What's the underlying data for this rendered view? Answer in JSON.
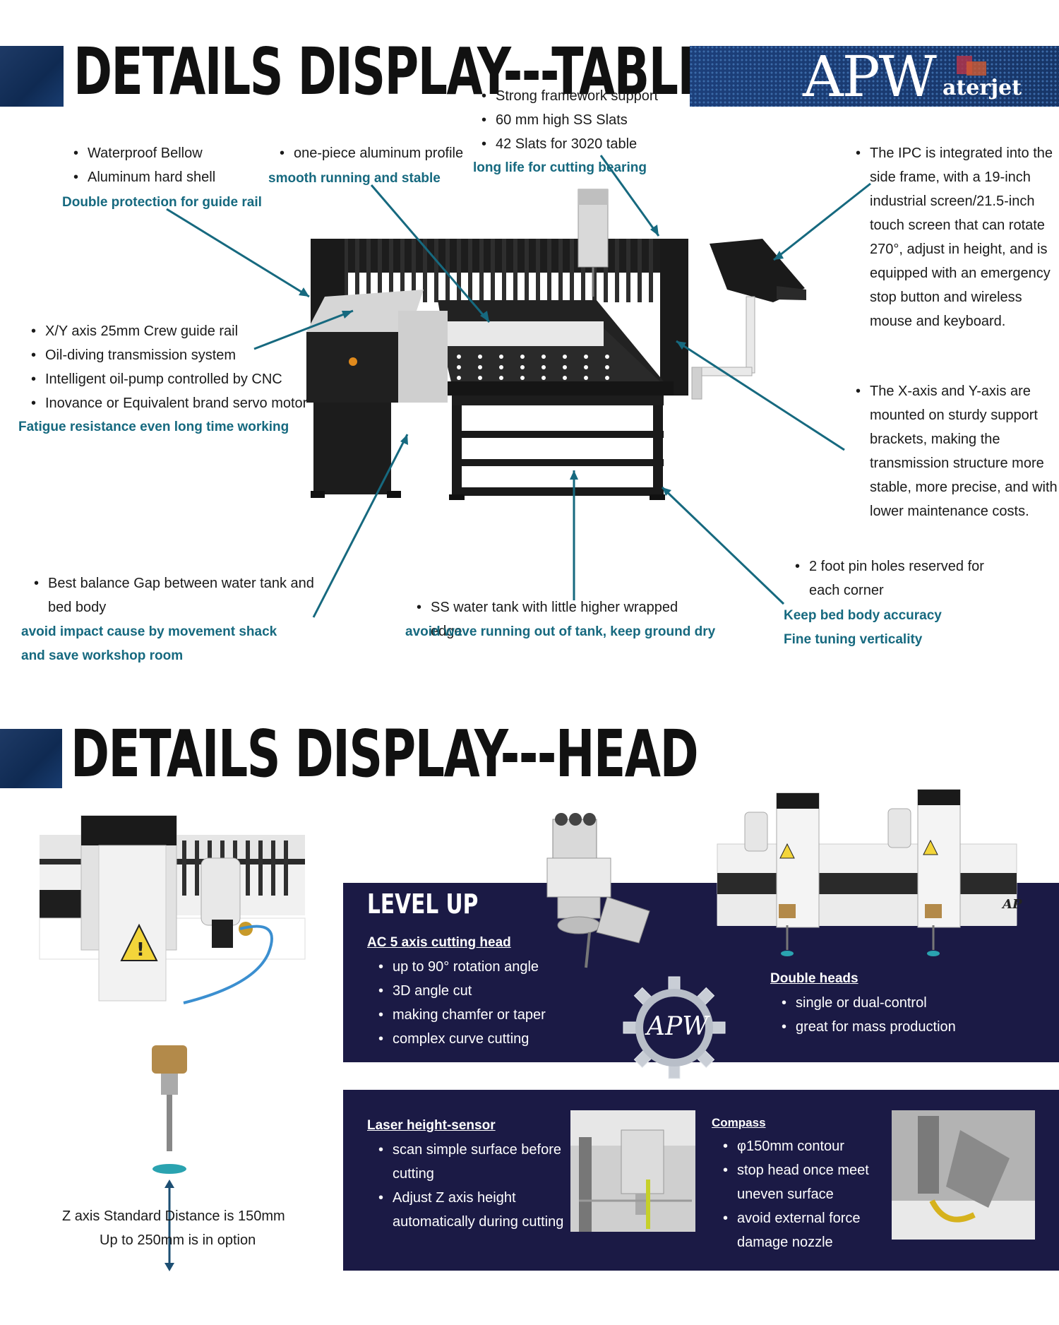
{
  "section_table": {
    "title": "DETAILS DISPLAY---TABLE",
    "logo": {
      "text_main": "APW",
      "text_sub": "aterjet"
    },
    "callouts": {
      "bellow": {
        "bullets": [
          "Waterproof Bellow",
          "Aluminum hard shell"
        ],
        "highlight": "Double protection for guide rail"
      },
      "profile": {
        "bullets": [
          "one-piece aluminum profile"
        ],
        "highlight": "smooth running and stable"
      },
      "slats": {
        "bullets": [
          "Strong framework support",
          "60 mm high SS Slats",
          "42 Slats for 3020 table"
        ],
        "highlight": "long life for cutting bearing"
      },
      "ipc": {
        "bullets": [
          "The IPC is integrated into the side frame, with a 19-inch industrial screen/21.5-inch touch screen that can rotate 270°, adjust in height, and is equipped with an emergency stop button and wireless mouse and keyboard."
        ]
      },
      "guide_rail": {
        "bullets": [
          "X/Y axis 25mm Crew guide rail",
          "Oil-diving transmission system",
          "Intelligent oil-pump controlled by CNC",
          "Inovance or Equivalent brand servo motor"
        ],
        "highlight": "Fatigue resistance even long time working"
      },
      "xy_axis": {
        "bullets": [
          "The X-axis and Y-axis are mounted on sturdy support brackets, making the transmission structure more stable, more precise, and with lower maintenance costs."
        ]
      },
      "gap": {
        "bullets": [
          "Best balance Gap between water tank and bed body"
        ],
        "highlight": "avoid impact cause by movement shack and save workshop room"
      },
      "tank": {
        "bullets": [
          "SS water tank with little higher wrapped edge"
        ],
        "highlight": "avoid wave running out of tank, keep ground dry"
      },
      "foot": {
        "bullets": [
          "2 foot pin holes reserved for each corner"
        ],
        "highlights": [
          "Keep bed body accuracy",
          "Fine tuning verticality"
        ]
      }
    }
  },
  "section_head": {
    "title": "DETAILS DISPLAY---HEAD",
    "z_axis": {
      "line1": "Z axis Standard Distance is 150mm",
      "line2": "Up to 250mm is in option"
    },
    "level_up": {
      "heading": "LEVEL UP",
      "ac5": {
        "title": "AC 5 axis cutting head",
        "bullets": [
          "up to 90° rotation angle",
          "3D angle cut",
          "making chamfer or taper",
          "complex curve cutting"
        ]
      },
      "double": {
        "title": "Double heads",
        "bullets": [
          "single or dual-control",
          "great for mass production"
        ]
      },
      "badge": "APW",
      "machine_label": "AP"
    },
    "sensors": {
      "laser": {
        "title": "Laser height-sensor",
        "bullets": [
          "scan simple surface before cutting",
          "Adjust Z axis height automatically during cutting"
        ]
      },
      "compass": {
        "title": "Compass",
        "bullets": [
          "φ150mm contour",
          "stop head once meet uneven surface",
          "avoid external force damage nozzle"
        ]
      }
    }
  },
  "colors": {
    "navy": "#1b1a45",
    "highlight": "#16697f",
    "arrow": "#16697f",
    "tab_blue": "#163a6b"
  }
}
